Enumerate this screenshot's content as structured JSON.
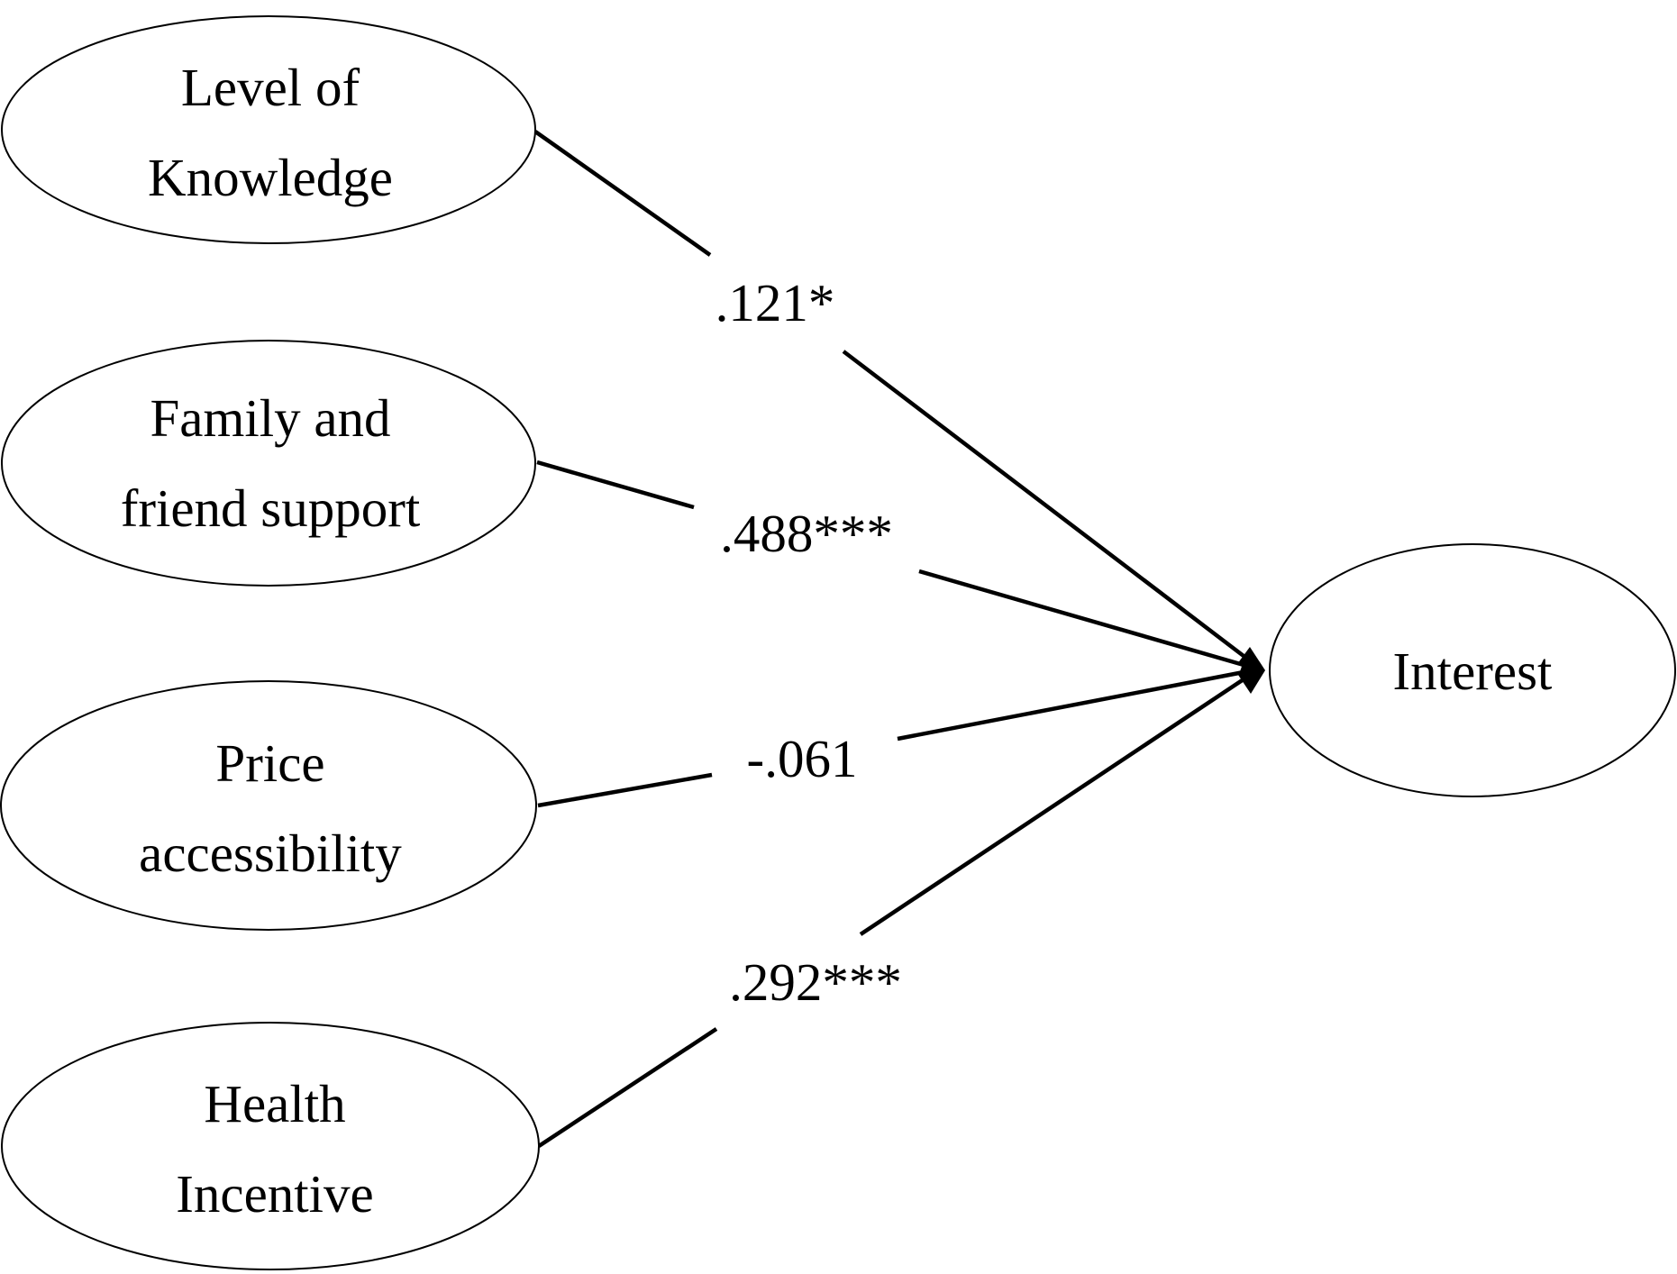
{
  "nodes": {
    "knowledge": {
      "line1": "Level of",
      "line2": "Knowledge"
    },
    "family": {
      "line1": "Family and",
      "line2": "friend support"
    },
    "price": {
      "line1": "Price",
      "line2": "accessibility"
    },
    "health": {
      "line1": "Health",
      "line2": "Incentive"
    },
    "interest": {
      "label": "Interest"
    }
  },
  "paths": [
    {
      "from": "Level of Knowledge",
      "to": "Interest",
      "coefficient": ".121*"
    },
    {
      "from": "Family and friend support",
      "to": "Interest",
      "coefficient": ".488***"
    },
    {
      "from": "Price accessibility",
      "to": "Interest",
      "coefficient": "-.061"
    },
    {
      "from": "Health Incentive",
      "to": "Interest",
      "coefficient": ".292***"
    }
  ]
}
